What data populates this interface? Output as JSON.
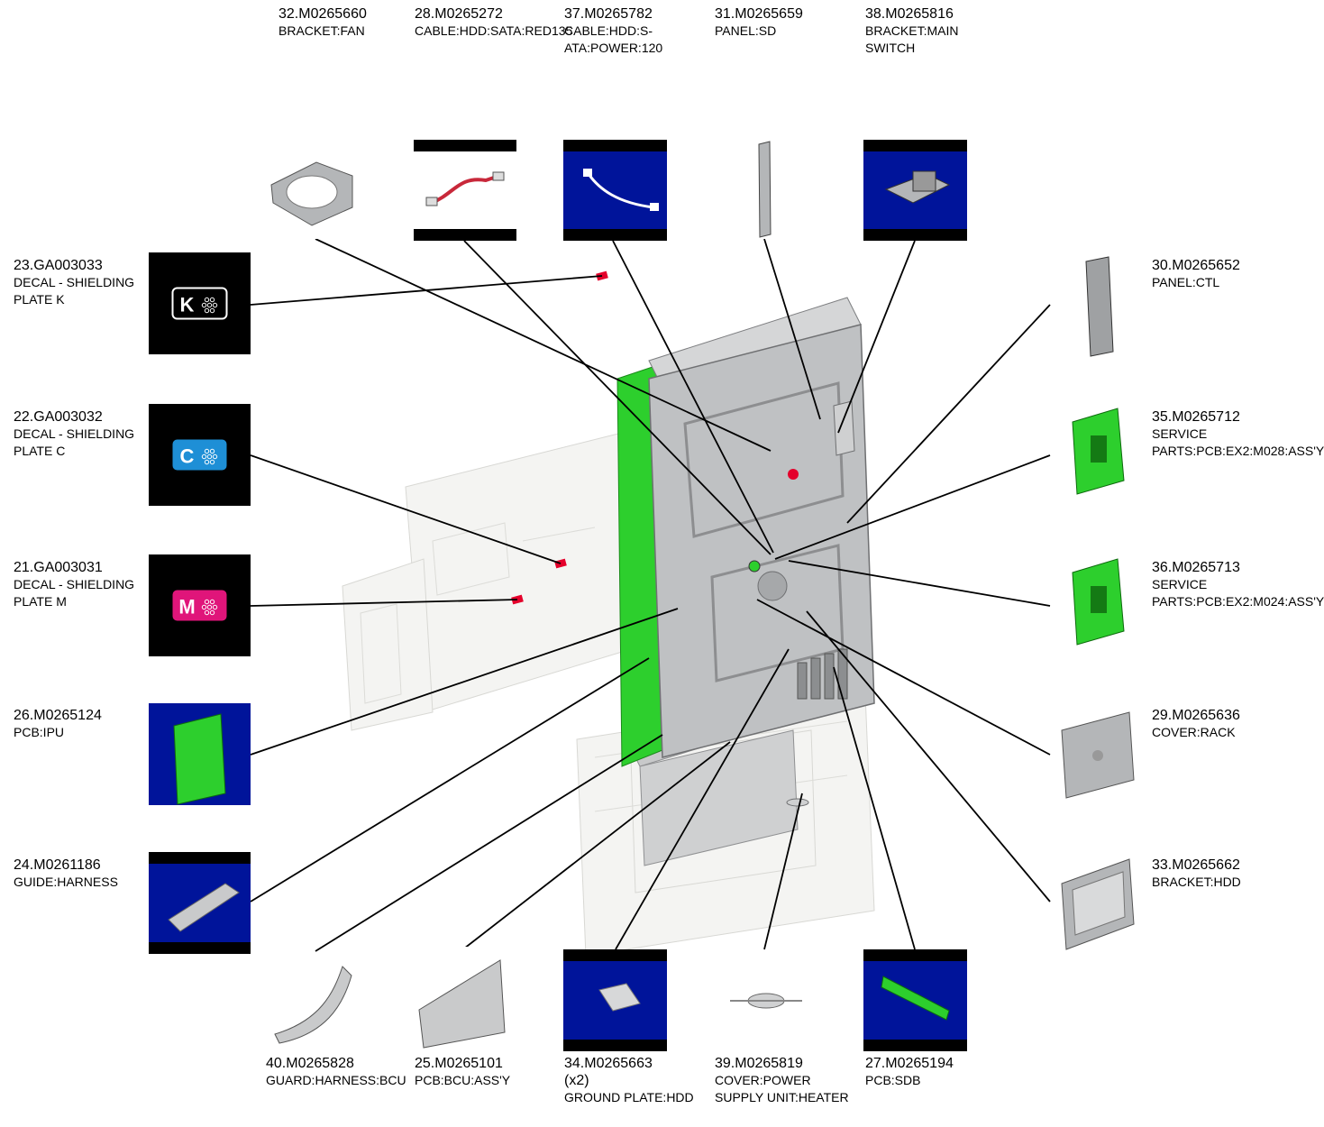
{
  "parts": [
    {
      "id": "p32",
      "number": "32.M0265660",
      "description": "BRACKET:FAN",
      "thumb": "white"
    },
    {
      "id": "p28",
      "number": "28.M0265272",
      "description": "CABLE:HDD:SATA:RED135",
      "thumb": "white-bars"
    },
    {
      "id": "p37",
      "number": "37.M0265782",
      "description": "CABLE:HDD:S-ATA:POWER:120",
      "thumb": "blue-bars"
    },
    {
      "id": "p31",
      "number": "31.M0265659",
      "description": "PANEL:SD",
      "thumb": "white"
    },
    {
      "id": "p38",
      "number": "38.M0265816",
      "description": "BRACKET:MAIN SWITCH",
      "thumb": "blue-bars"
    },
    {
      "id": "p23",
      "number": "23.GA003033",
      "description": "DECAL - SHIELDING PLATE K",
      "thumb": "black",
      "decal_letter": "K",
      "decal_color": "#ffffff"
    },
    {
      "id": "p22",
      "number": "22.GA003032",
      "description": "DECAL - SHIELDING PLATE C",
      "thumb": "black",
      "decal_letter": "C",
      "decal_color": "#1e8fd6"
    },
    {
      "id": "p21",
      "number": "21.GA003031",
      "description": "DECAL - SHIELDING PLATE M",
      "thumb": "black",
      "decal_letter": "M",
      "decal_color": "#e0157a"
    },
    {
      "id": "p26",
      "number": "26.M0265124",
      "description": "PCB:IPU",
      "thumb": "blue"
    },
    {
      "id": "p24",
      "number": "24.M0261186",
      "description": "GUIDE:HARNESS",
      "thumb": "blue-bars"
    },
    {
      "id": "p30",
      "number": "30.M0265652",
      "description": "PANEL:CTL",
      "thumb": "white"
    },
    {
      "id": "p35",
      "number": "35.M0265712",
      "description": "SERVICE PARTS:PCB:EX2:M028:ASS'Y",
      "thumb": "white"
    },
    {
      "id": "p36",
      "number": "36.M0265713",
      "description": "SERVICE PARTS:PCB:EX2:M024:ASS'Y",
      "thumb": "white"
    },
    {
      "id": "p29",
      "number": "29.M0265636",
      "description": "COVER:RACK",
      "thumb": "white"
    },
    {
      "id": "p33",
      "number": "33.M0265662",
      "description": "BRACKET:HDD",
      "thumb": "white"
    },
    {
      "id": "p40",
      "number": "40.M0265828",
      "description": "GUARD:HARNESS:BCU",
      "thumb": "white"
    },
    {
      "id": "p25",
      "number": "25.M0265101",
      "description": "PCB:BCU:ASS'Y",
      "thumb": "white"
    },
    {
      "id": "p34",
      "number": "34.M0265663",
      "qty": "(x2)",
      "description": "GROUND PLATE:HDD",
      "thumb": "blue-bars"
    },
    {
      "id": "p39",
      "number": "39.M0265819",
      "description": "COVER:POWER SUPPLY UNIT:HEATER",
      "thumb": "white"
    },
    {
      "id": "p27",
      "number": "27.M0265194",
      "description": "PCB:SDB",
      "thumb": "blue-bars"
    }
  ],
  "colors": {
    "thumb_blue": "#00149a",
    "thumb_black": "#000000",
    "pcb_green": "#2dcf2d",
    "metal_gray": "#b4b6b8",
    "decal_red": "#e4002b"
  }
}
